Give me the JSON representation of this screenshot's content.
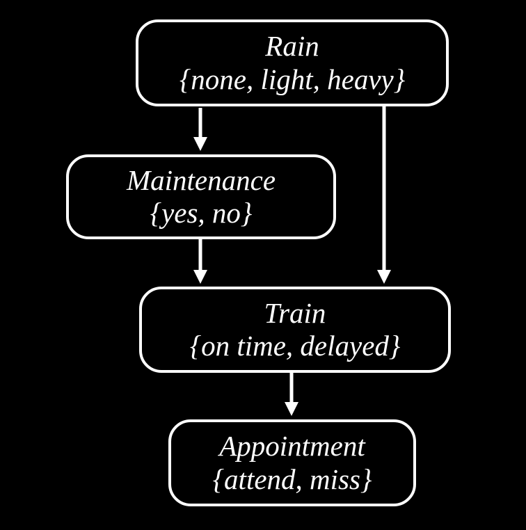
{
  "diagram": {
    "kind": "bayesian-network",
    "background_color": "#000000",
    "node_border_color": "#ffffff",
    "node_fill_color": "#000000",
    "text_color": "#ffffff",
    "arrow_color": "#ffffff",
    "nodes": [
      {
        "id": "rain",
        "name": "Rain",
        "values": "{none, light, heavy}"
      },
      {
        "id": "maintenance",
        "name": "Maintenance",
        "values": "{yes, no}"
      },
      {
        "id": "train",
        "name": "Train",
        "values": "{on time, delayed}"
      },
      {
        "id": "appointment",
        "name": "Appointment",
        "values": "{attend, miss}"
      }
    ],
    "edges": [
      {
        "from": "Rain",
        "to": "Maintenance"
      },
      {
        "from": "Rain",
        "to": "Train"
      },
      {
        "from": "Maintenance",
        "to": "Train"
      },
      {
        "from": "Train",
        "to": "Appointment"
      }
    ]
  }
}
